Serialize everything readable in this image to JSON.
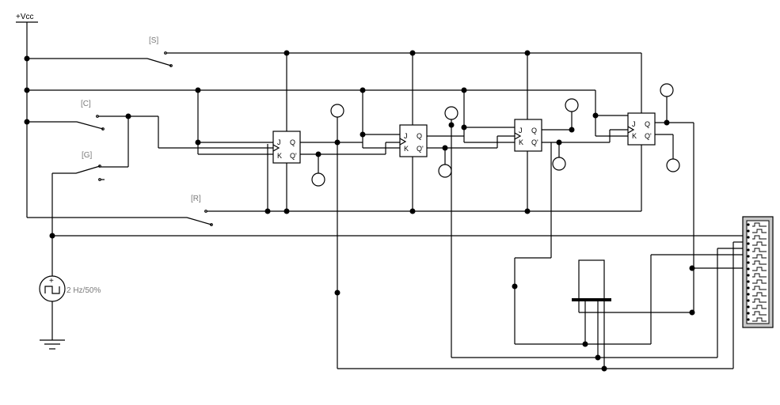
{
  "power": {
    "vcc_label": "+Vcc"
  },
  "switches": [
    {
      "id": "s",
      "label": "[S]"
    },
    {
      "id": "c",
      "label": "[C]"
    },
    {
      "id": "g",
      "label": "[G]"
    },
    {
      "id": "r",
      "label": "[R]"
    }
  ],
  "clock_source": {
    "label": "2 Hz/50%"
  },
  "flipflop_pins": {
    "j": "J",
    "k": "K",
    "q": "Q",
    "qn": "Q'"
  },
  "flipflop_count": 4,
  "logic_analyzer": {
    "channels": 16
  }
}
